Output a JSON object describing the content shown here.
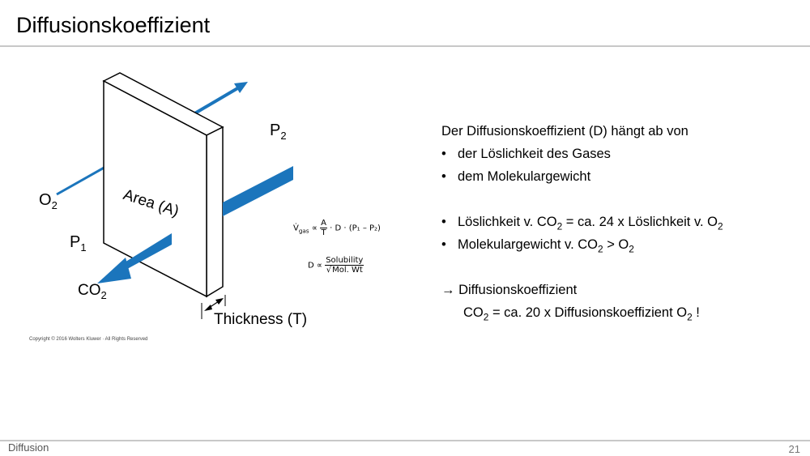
{
  "title": "Diffusionskoeffizient",
  "footer": {
    "left": "Diffusion",
    "page": "21"
  },
  "diagram": {
    "label_p2": "P",
    "label_p2_sub": "2",
    "label_o2": "O",
    "label_o2_sub": "2",
    "label_p1": "P",
    "label_p1_sub": "1",
    "label_co2": "CO",
    "label_co2_sub": "2",
    "label_area": "Area (A)",
    "label_thickness": "Thickness (T)",
    "copyright": "Copyright © 2016 Wolters Kluwer · All Rights Reserved",
    "formula1_lhs": "V̇",
    "formula1_lhs_sub": "gas",
    "formula1_prop": " ∝ ",
    "formula1_frac_num": "A",
    "formula1_frac_den": "T",
    "formula1_rest": " · D · (P₁ – P₂)",
    "formula2_lhs": "D ∝ ",
    "formula2_num": "Solubility",
    "formula2_den": "Mol. Wt",
    "arrow_color": "#1b75bc"
  },
  "content": {
    "intro": "Der Diffusionskoeffizient (D) hängt ab von",
    "bullet_char": "•",
    "bullet1": "der Löslichkeit  des Gases",
    "bullet2": "dem Molekulargewicht",
    "bullet3_a": "Löslichkeit  v. CO",
    "bullet3_b": "2",
    "bullet3_c": " =  ca. 24 x Löslichkeit v. O",
    "bullet3_d": "2",
    "bullet4_a": "Molekulargewicht v. CO",
    "bullet4_b": "2",
    "bullet4_c": "  >  O",
    "bullet4_d": "2",
    "conclusion_arrow": "→",
    "conclusion": " Diffusionskoeffizient",
    "result_a": "CO",
    "result_b": "2",
    "result_c": " = ca. 20 x  Diffusionskoeffizient O",
    "result_d": "2",
    "result_e": " !"
  }
}
